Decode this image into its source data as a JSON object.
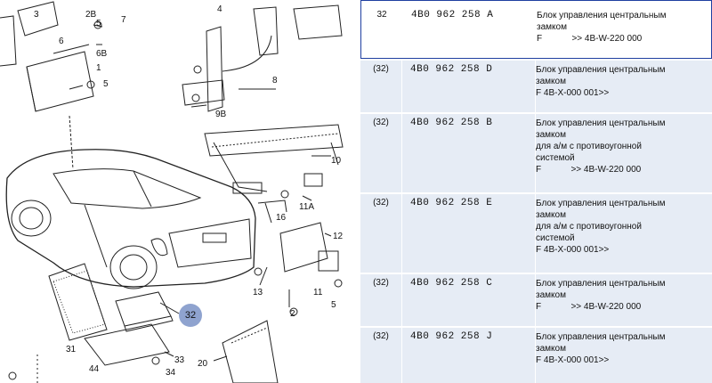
{
  "diagram": {
    "callouts": [
      "1",
      "2",
      "2B",
      "3",
      "4",
      "5",
      "6",
      "6B",
      "7",
      "8",
      "9B",
      "10",
      "11",
      "11A",
      "12",
      "13",
      "16",
      "20",
      "31",
      "32",
      "33",
      "34",
      "44"
    ]
  },
  "parts": {
    "rows": [
      {
        "ref": "32",
        "num": "4B0  962  258  A",
        "desc": [
          "Блок управления центральным",
          "замком",
          "F            >> 4B-W-220 000"
        ],
        "selected": true
      },
      {
        "ref": "(32)",
        "num": "4B0  962  258  D",
        "desc": [
          "Блок управления центральным",
          "замком",
          "F 4B-X-000 001>>"
        ],
        "selected": false
      },
      {
        "ref": "(32)",
        "num": "4B0  962  258  B",
        "desc": [
          "Блок управления центральным",
          "замком",
          "для а/м с противоугонной",
          "системой",
          "F            >> 4B-W-220 000"
        ],
        "selected": false
      },
      {
        "ref": "(32)",
        "num": "4B0  962  258  E",
        "desc": [
          "Блок управления центральным",
          "замком",
          "для а/м с противоугонной",
          "системой",
          "F 4B-X-000 001>>"
        ],
        "selected": false
      },
      {
        "ref": "(32)",
        "num": "4B0  962  258  C",
        "desc": [
          "Блок управления центральным",
          "замком",
          "F            >> 4B-W-220 000"
        ],
        "selected": false
      },
      {
        "ref": "(32)",
        "num": "4B0  962  258  J",
        "desc": [
          "Блок управления центральным",
          "замком",
          "F 4B-X-000 001>>"
        ],
        "selected": false
      }
    ]
  }
}
